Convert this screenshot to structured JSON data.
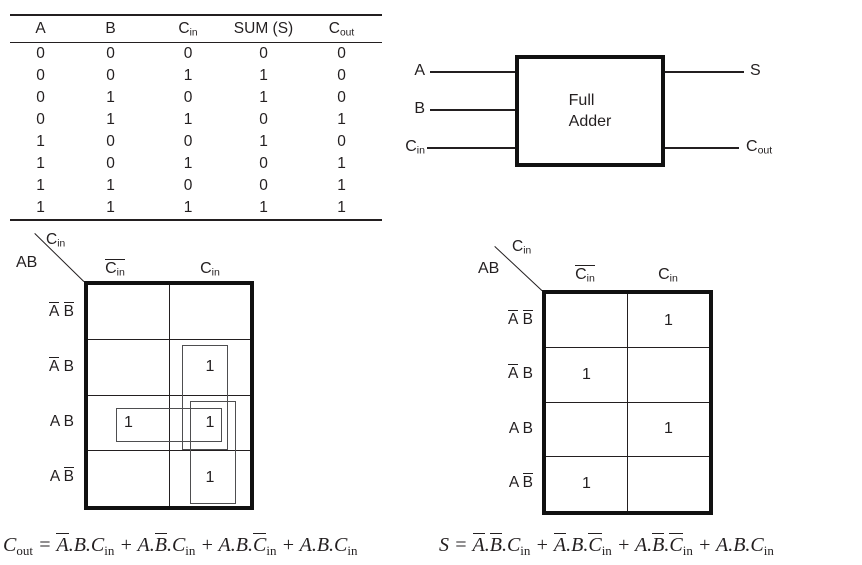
{
  "colors": {
    "ink": "#231f20",
    "line": "#111111",
    "group_outline": "#4e4e50"
  },
  "truth_table": {
    "headers": [
      "A",
      "B",
      "C_{in}",
      "SUM (S)",
      "C_{out}"
    ],
    "rows": [
      [
        "0",
        "0",
        "0",
        "0",
        "0"
      ],
      [
        "0",
        "0",
        "1",
        "1",
        "0"
      ],
      [
        "0",
        "1",
        "0",
        "1",
        "0"
      ],
      [
        "0",
        "1",
        "1",
        "0",
        "1"
      ],
      [
        "1",
        "0",
        "0",
        "1",
        "0"
      ],
      [
        "1",
        "0",
        "1",
        "0",
        "1"
      ],
      [
        "1",
        "1",
        "0",
        "0",
        "1"
      ],
      [
        "1",
        "1",
        "1",
        "1",
        "1"
      ]
    ]
  },
  "block_diagram": {
    "title_line1": "Full",
    "title_line2": "Adder",
    "inputs": [
      "A",
      "B",
      "C_{in}"
    ],
    "outputs": [
      "S",
      "C_{out}"
    ]
  },
  "kmaps": [
    {
      "name": "cout",
      "corner_var": "C_{in}",
      "side_var": "AB",
      "col_headers": [
        "!(C_{in})",
        "C_{in}"
      ],
      "row_headers": [
        "!A !B",
        "!A B",
        "A B",
        "A !B"
      ],
      "cells": [
        [
          "",
          ""
        ],
        [
          "",
          "1"
        ],
        [
          "1",
          "1"
        ],
        [
          "",
          "1"
        ]
      ],
      "groups": [
        {
          "col": 1,
          "rows": [
            1,
            2
          ]
        },
        {
          "row": 2,
          "cols": [
            0,
            1
          ]
        },
        {
          "col": 1,
          "rows": [
            2,
            3
          ]
        }
      ]
    },
    {
      "name": "s",
      "corner_var": "C_{in}",
      "side_var": "AB",
      "col_headers": [
        "!(C_{in})",
        "C_{in}"
      ],
      "row_headers": [
        "!A !B",
        "!A B",
        "A B",
        "A !B"
      ],
      "cells": [
        [
          "",
          "1"
        ],
        [
          "1",
          ""
        ],
        [
          "",
          "1"
        ],
        [
          "1",
          ""
        ]
      ],
      "groups": []
    }
  ],
  "equations": {
    "cout": "C_{out} = !A.B.C_{in} + A.!B.C_{in} + A.B.!C_{in} + A.B.C_{in}",
    "s": "S = !A.!B.C_{in} + !A.B.!C_{in} + A.!B.!C_{in} + A.B.C_{in}"
  }
}
